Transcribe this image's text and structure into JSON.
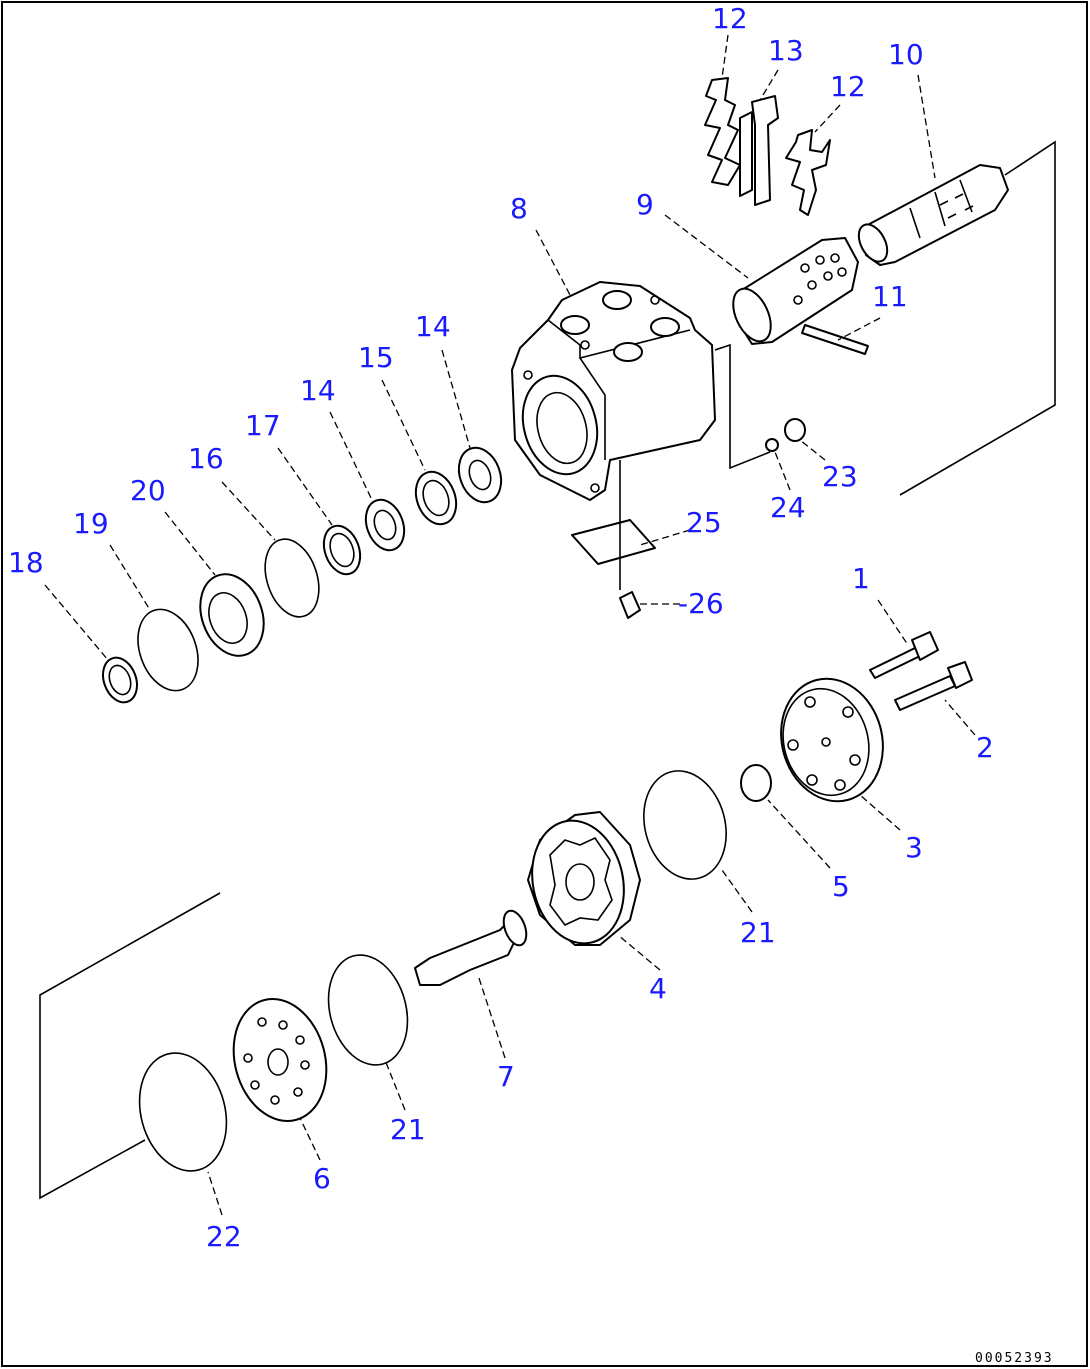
{
  "diagram": {
    "drawing_number": "00052393",
    "callouts": [
      {
        "id": "c12a",
        "label": "12"
      },
      {
        "id": "c13",
        "label": "13"
      },
      {
        "id": "c12b",
        "label": "12"
      },
      {
        "id": "c10",
        "label": "10"
      },
      {
        "id": "c8",
        "label": "8"
      },
      {
        "id": "c9",
        "label": "9"
      },
      {
        "id": "c11",
        "label": "11"
      },
      {
        "id": "c14a",
        "label": "14"
      },
      {
        "id": "c15",
        "label": "15"
      },
      {
        "id": "c14b",
        "label": "14"
      },
      {
        "id": "c17",
        "label": "17"
      },
      {
        "id": "c16",
        "label": "16"
      },
      {
        "id": "c20",
        "label": "20"
      },
      {
        "id": "c19",
        "label": "19"
      },
      {
        "id": "c18",
        "label": "18"
      },
      {
        "id": "c23",
        "label": "23"
      },
      {
        "id": "c24",
        "label": "24"
      },
      {
        "id": "c25",
        "label": "25"
      },
      {
        "id": "c26",
        "label": "-26"
      },
      {
        "id": "c1",
        "label": "1"
      },
      {
        "id": "c2",
        "label": "2"
      },
      {
        "id": "c3",
        "label": "3"
      },
      {
        "id": "c5",
        "label": "5"
      },
      {
        "id": "c21a",
        "label": "21"
      },
      {
        "id": "c4",
        "label": "4"
      },
      {
        "id": "c7",
        "label": "7"
      },
      {
        "id": "c21b",
        "label": "21"
      },
      {
        "id": "c6",
        "label": "6"
      },
      {
        "id": "c22",
        "label": "22"
      }
    ]
  }
}
